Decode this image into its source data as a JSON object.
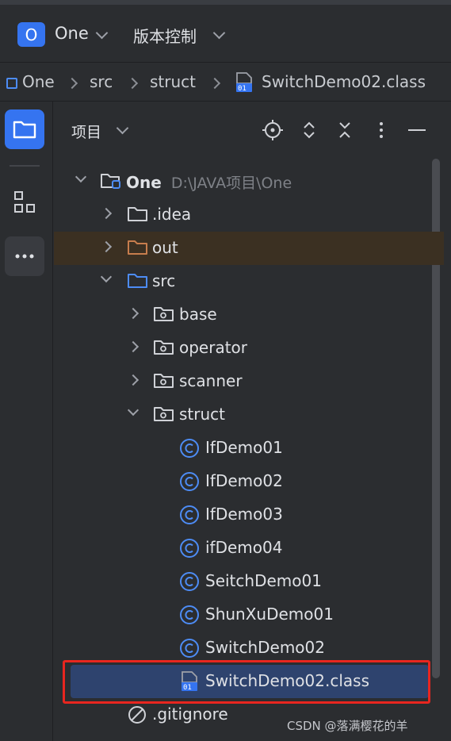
{
  "titlebar": {
    "project_badge": "O",
    "project_name": "One",
    "vcs_label": "版本控制"
  },
  "breadcrumb": {
    "items": [
      "One",
      "src",
      "struct",
      "SwitchDemo02.class"
    ]
  },
  "panel": {
    "title": "项目"
  },
  "tree": {
    "root": {
      "name": "One",
      "path": "D:\\JAVA项目\\One"
    },
    "items": [
      {
        "label": ".idea"
      },
      {
        "label": "out"
      },
      {
        "label": "src"
      },
      {
        "label": "base"
      },
      {
        "label": "operator"
      },
      {
        "label": "scanner"
      },
      {
        "label": "struct"
      },
      {
        "label": "IfDemo01"
      },
      {
        "label": "IfDemo02"
      },
      {
        "label": "IfDemo03"
      },
      {
        "label": "ifDemo04"
      },
      {
        "label": "SeitchDemo01"
      },
      {
        "label": "ShunXuDemo01"
      },
      {
        "label": "SwitchDemo02"
      },
      {
        "label": "SwitchDemo02.class"
      },
      {
        "label": ".gitignore"
      }
    ]
  },
  "watermark": "CSDN @落满樱花的羊",
  "colors": {
    "accent": "#3574f0",
    "folder_orange": "#c77d4d",
    "class_blue": "#4d8cf5",
    "highlight_box": "#e8261f"
  }
}
